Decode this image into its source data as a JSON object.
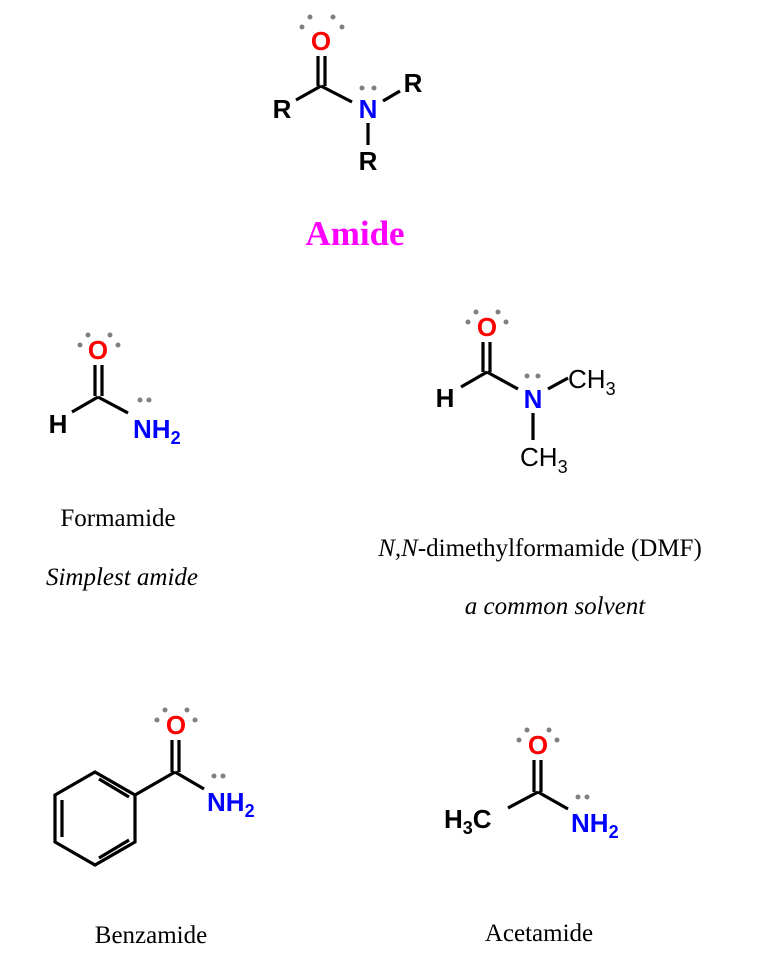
{
  "colors": {
    "oxygen": "#ff0000",
    "nitrogen": "#0000ff",
    "title": "#ff00ff",
    "lone_pair": "#808080"
  },
  "general": {
    "title": "Amide",
    "O": "O",
    "N": "N",
    "R1": "R",
    "R2": "R",
    "R3": "R"
  },
  "formamide": {
    "O": "O",
    "H": "H",
    "NH": "NH",
    "sub": "2",
    "name": "Formamide",
    "note": "Simplest amide"
  },
  "dmf": {
    "O": "O",
    "H": "H",
    "N": "N",
    "CH_a": "CH",
    "sub_a": "3",
    "CH_b": "CH",
    "sub_b": "3",
    "name_prefix": "N,N",
    "name_rest": "-dimethylformamide (DMF)",
    "note": "a common solvent"
  },
  "benzamide": {
    "O": "O",
    "NH": "NH",
    "sub": "2",
    "name": "Benzamide"
  },
  "acetamide": {
    "O": "O",
    "H": "H",
    "sub_h": "3",
    "C": "C",
    "NH": "NH",
    "sub": "2",
    "name": "Acetamide"
  }
}
